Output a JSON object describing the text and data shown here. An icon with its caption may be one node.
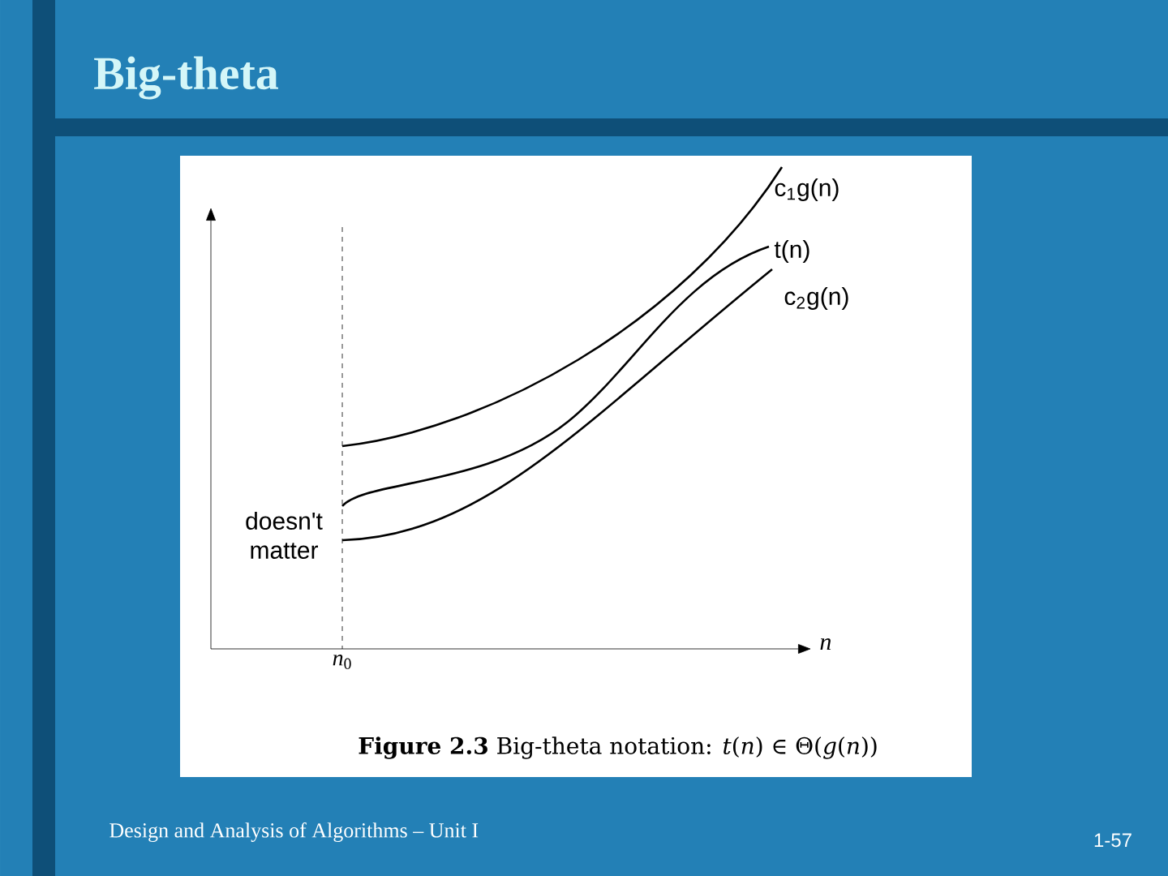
{
  "diagram": {
    "title": "Big-theta",
    "caption": "**Figure 2.3** Big-theta notation: *t*(*n*) ∈ Θ(*g*(*n*))",
    "labels": [
      "c$_{1}$g(n)",
      "t(n)",
      "c$_{2}$g(n)",
      "doesn't matter",
      "*n*",
      "*n*$_{0}$",
      "Design and Analysis of Algorithms – Unit I",
      "1-57"
    ]
  }
}
